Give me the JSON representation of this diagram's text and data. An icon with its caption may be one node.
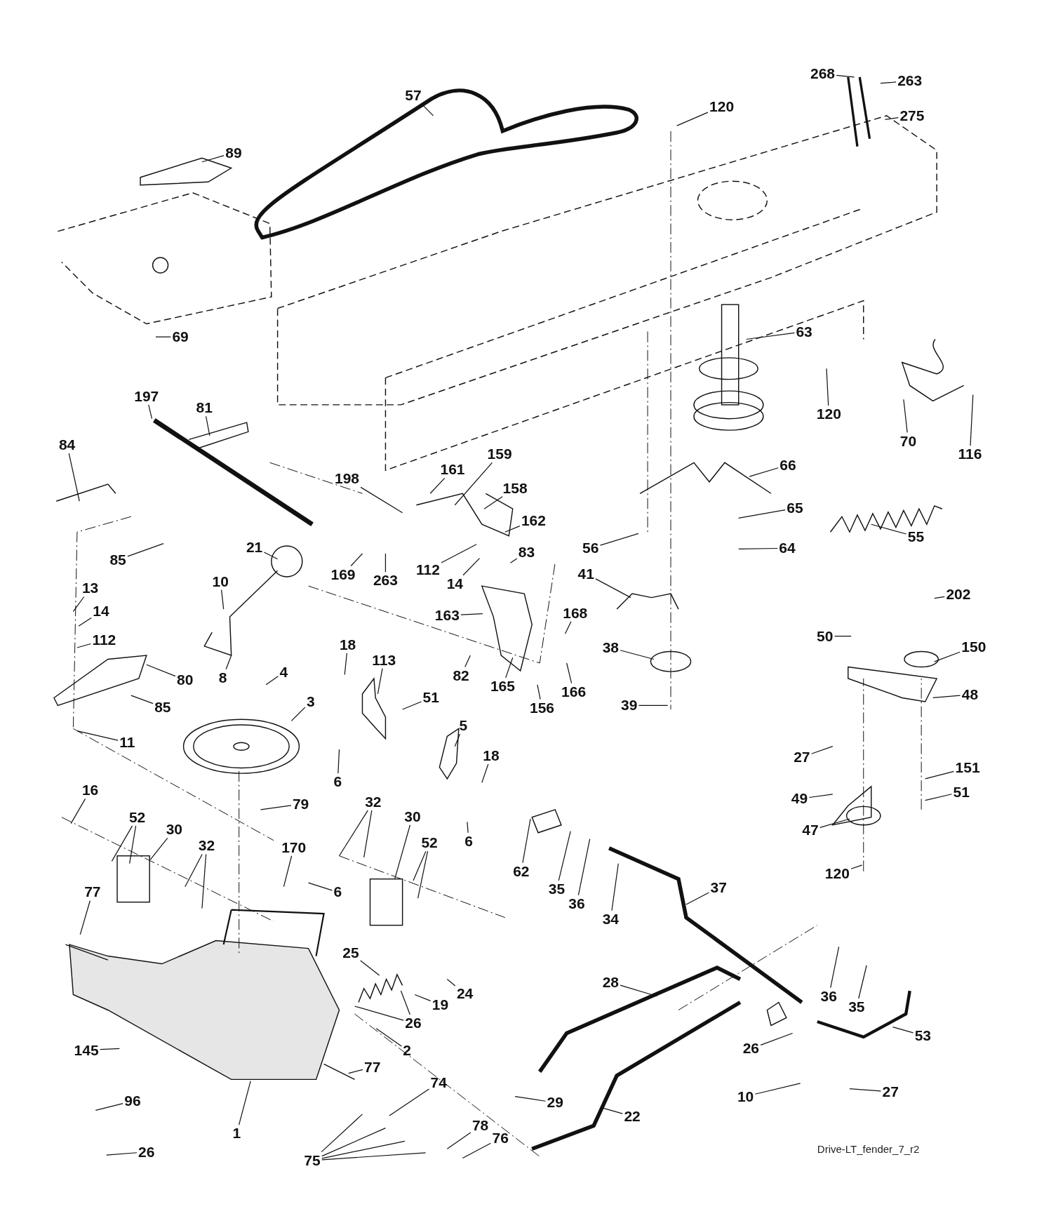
{
  "diagram": {
    "nodes": [
      {
        "text": [
          "57"
        ]
      },
      {
        "text": [
          "89"
        ]
      },
      {
        "text": [
          "120"
        ]
      },
      {
        "text": [
          "268"
        ]
      },
      {
        "text": [
          "263"
        ]
      },
      {
        "text": [
          "275"
        ]
      },
      {
        "text": [
          "69"
        ]
      },
      {
        "text": [
          "63"
        ]
      },
      {
        "text": [
          "120"
        ]
      },
      {
        "text": [
          "70"
        ]
      },
      {
        "text": [
          "116"
        ]
      },
      {
        "text": [
          "197"
        ]
      },
      {
        "text": [
          "81"
        ]
      },
      {
        "text": [
          "84"
        ]
      },
      {
        "text": [
          "159"
        ]
      },
      {
        "text": [
          "161"
        ]
      },
      {
        "text": [
          "158"
        ]
      },
      {
        "text": [
          "198"
        ]
      },
      {
        "text": [
          "66"
        ]
      },
      {
        "text": [
          "21"
        ]
      },
      {
        "text": [
          "85"
        ]
      },
      {
        "text": [
          "162"
        ]
      },
      {
        "text": [
          "169"
        ]
      },
      {
        "text": [
          "263"
        ]
      },
      {
        "text": [
          "112"
        ]
      },
      {
        "text": [
          "14"
        ]
      },
      {
        "text": [
          "83"
        ]
      },
      {
        "text": [
          "65"
        ]
      },
      {
        "text": [
          "56"
        ]
      },
      {
        "text": [
          "64"
        ]
      },
      {
        "text": [
          "55"
        ]
      },
      {
        "text": [
          "10"
        ]
      },
      {
        "text": [
          "163"
        ]
      },
      {
        "text": [
          "168"
        ]
      },
      {
        "text": [
          "41"
        ]
      },
      {
        "text": [
          "202"
        ]
      },
      {
        "text": [
          "13"
        ]
      },
      {
        "text": [
          "14"
        ]
      },
      {
        "text": [
          "112"
        ]
      },
      {
        "text": [
          "80"
        ]
      },
      {
        "text": [
          "8"
        ]
      },
      {
        "text": [
          "4"
        ]
      },
      {
        "text": [
          "18"
        ]
      },
      {
        "text": [
          "113"
        ]
      },
      {
        "text": [
          "82"
        ]
      },
      {
        "text": [
          "165"
        ]
      },
      {
        "text": [
          "38"
        ]
      },
      {
        "text": [
          "50"
        ]
      },
      {
        "text": [
          "150"
        ]
      },
      {
        "text": [
          "166"
        ]
      },
      {
        "text": [
          "156"
        ]
      },
      {
        "text": [
          "85"
        ]
      },
      {
        "text": [
          "3"
        ]
      },
      {
        "text": [
          "51"
        ]
      },
      {
        "text": [
          "5"
        ]
      },
      {
        "text": [
          "39"
        ]
      },
      {
        "text": [
          "48"
        ]
      },
      {
        "text": [
          "11"
        ]
      },
      {
        "text": [
          "6"
        ]
      },
      {
        "text": [
          "18"
        ]
      },
      {
        "text": [
          "27"
        ]
      },
      {
        "text": [
          "49"
        ]
      },
      {
        "text": [
          "151"
        ]
      },
      {
        "text": [
          "51"
        ]
      },
      {
        "text": [
          "16"
        ]
      },
      {
        "text": [
          "79"
        ]
      },
      {
        "text": [
          "32"
        ]
      },
      {
        "text": [
          "52"
        ]
      },
      {
        "text": [
          "30"
        ]
      },
      {
        "text": [
          "32"
        ]
      },
      {
        "text": [
          "47"
        ]
      },
      {
        "text": [
          "120"
        ]
      },
      {
        "text": [
          "62"
        ]
      },
      {
        "text": [
          "35"
        ]
      },
      {
        "text": [
          "36"
        ]
      },
      {
        "text": [
          "30"
        ]
      },
      {
        "text": [
          "52"
        ]
      },
      {
        "text": [
          "6"
        ]
      },
      {
        "text": [
          "170"
        ]
      },
      {
        "text": [
          "6"
        ]
      },
      {
        "text": [
          "34"
        ]
      },
      {
        "text": [
          "37"
        ]
      },
      {
        "text": [
          "77"
        ]
      },
      {
        "text": [
          "25"
        ]
      },
      {
        "text": [
          "24"
        ]
      },
      {
        "text": [
          "19"
        ]
      },
      {
        "text": [
          "26"
        ]
      },
      {
        "text": [
          "36"
        ]
      },
      {
        "text": [
          "35"
        ]
      },
      {
        "text": [
          "28"
        ]
      },
      {
        "text": [
          "145"
        ]
      },
      {
        "text": [
          "2"
        ]
      },
      {
        "text": [
          "53"
        ]
      },
      {
        "text": [
          "26"
        ]
      },
      {
        "text": [
          "77"
        ]
      },
      {
        "text": [
          "74"
        ]
      },
      {
        "text": [
          "96"
        ]
      },
      {
        "text": [
          "29"
        ]
      },
      {
        "text": [
          "10"
        ]
      },
      {
        "text": [
          "27"
        ]
      },
      {
        "text": [
          "1"
        ]
      },
      {
        "text": [
          "22"
        ]
      },
      {
        "text": [
          "78"
        ]
      },
      {
        "text": [
          "76"
        ]
      },
      {
        "text": [
          "26"
        ]
      },
      {
        "text": [
          "75"
        ]
      }
    ],
    "edges": [
      {
        "from": 0,
        "to": null,
        "arrow": "none"
      },
      {
        "from": 1,
        "to": null,
        "arrow": "none"
      },
      {
        "from": 2,
        "to": null,
        "arrow": "none"
      },
      {
        "from": 3,
        "to": null,
        "arrow": "none"
      },
      {
        "from": 4,
        "to": null,
        "arrow": "none"
      },
      {
        "from": 5,
        "to": null,
        "arrow": "none"
      },
      {
        "from": 6,
        "to": null,
        "arrow": "none"
      },
      {
        "from": 7,
        "to": null,
        "arrow": "none"
      },
      {
        "from": 8,
        "to": null,
        "arrow": "none"
      },
      {
        "from": 9,
        "to": null,
        "arrow": "none"
      },
      {
        "from": 10,
        "to": null,
        "arrow": "none"
      },
      {
        "from": 11,
        "to": null,
        "arrow": "none"
      },
      {
        "from": 12,
        "to": null,
        "arrow": "none"
      },
      {
        "from": 13,
        "to": null,
        "arrow": "none"
      },
      {
        "from": 14,
        "to": null,
        "arrow": "none"
      },
      {
        "from": 15,
        "to": null,
        "arrow": "none"
      },
      {
        "from": 16,
        "to": null,
        "arrow": "none"
      },
      {
        "from": 17,
        "to": null,
        "arrow": "none"
      },
      {
        "from": 18,
        "to": null,
        "arrow": "none"
      },
      {
        "from": 19,
        "to": null,
        "arrow": "none"
      },
      {
        "from": 20,
        "to": null,
        "arrow": "none"
      },
      {
        "from": 21,
        "to": null,
        "arrow": "none"
      },
      {
        "from": 22,
        "to": null,
        "arrow": "none"
      },
      {
        "from": 23,
        "to": null,
        "arrow": "none"
      },
      {
        "from": 24,
        "to": null,
        "arrow": "none"
      },
      {
        "from": 25,
        "to": null,
        "arrow": "none"
      },
      {
        "from": 26,
        "to": null,
        "arrow": "none"
      },
      {
        "from": 27,
        "to": null,
        "arrow": "none"
      },
      {
        "from": 28,
        "to": null,
        "arrow": "none"
      },
      {
        "from": 29,
        "to": null,
        "arrow": "none"
      },
      {
        "from": 30,
        "to": null,
        "arrow": "none"
      },
      {
        "from": 31,
        "to": null,
        "arrow": "none"
      },
      {
        "from": 32,
        "to": null,
        "arrow": "none"
      },
      {
        "from": 33,
        "to": null,
        "arrow": "none"
      },
      {
        "from": 34,
        "to": null,
        "arrow": "none"
      },
      {
        "from": 35,
        "to": null,
        "arrow": "none"
      },
      {
        "from": 36,
        "to": null,
        "arrow": "none"
      },
      {
        "from": 37,
        "to": null,
        "arrow": "none"
      },
      {
        "from": 38,
        "to": null,
        "arrow": "none"
      },
      {
        "from": 39,
        "to": null,
        "arrow": "none"
      },
      {
        "from": 40,
        "to": null,
        "arrow": "none"
      },
      {
        "from": 41,
        "to": null,
        "arrow": "none"
      },
      {
        "from": 42,
        "to": null,
        "arrow": "none"
      },
      {
        "from": 43,
        "to": null,
        "arrow": "none"
      },
      {
        "from": 44,
        "to": null,
        "arrow": "none"
      },
      {
        "from": 45,
        "to": null,
        "arrow": "none"
      },
      {
        "from": 46,
        "to": null,
        "arrow": "none"
      },
      {
        "from": 47,
        "to": null,
        "arrow": "none"
      },
      {
        "from": 48,
        "to": null,
        "arrow": "none"
      },
      {
        "from": 49,
        "to": null,
        "arrow": "none"
      },
      {
        "from": 50,
        "to": null,
        "arrow": "none"
      },
      {
        "from": 51,
        "to": null,
        "arrow": "none"
      },
      {
        "from": 52,
        "to": null,
        "arrow": "none"
      },
      {
        "from": 53,
        "to": null,
        "arrow": "none"
      },
      {
        "from": 54,
        "to": null,
        "arrow": "none"
      },
      {
        "from": 55,
        "to": null,
        "arrow": "none"
      },
      {
        "from": 56,
        "to": null,
        "arrow": "none"
      },
      {
        "from": 57,
        "to": null,
        "arrow": "none"
      },
      {
        "from": 58,
        "to": null,
        "arrow": "none"
      },
      {
        "from": 59,
        "to": null,
        "arrow": "none"
      },
      {
        "from": 60,
        "to": null,
        "arrow": "none"
      },
      {
        "from": 61,
        "to": null,
        "arrow": "none"
      },
      {
        "from": 62,
        "to": null,
        "arrow": "none"
      },
      {
        "from": 63,
        "to": null,
        "arrow": "none"
      },
      {
        "from": 64,
        "to": null,
        "arrow": "none"
      },
      {
        "from": 65,
        "to": null,
        "arrow": "none"
      },
      {
        "from": 66,
        "to": null,
        "arrow": "none"
      },
      {
        "from": 66,
        "to": null,
        "arrow": "none"
      },
      {
        "from": 67,
        "to": null,
        "arrow": "none"
      },
      {
        "from": 67,
        "to": null,
        "arrow": "none"
      },
      {
        "from": 68,
        "to": null,
        "arrow": "none"
      },
      {
        "from": 69,
        "to": null,
        "arrow": "none"
      },
      {
        "from": 69,
        "to": null,
        "arrow": "none"
      },
      {
        "from": 70,
        "to": null,
        "arrow": "none"
      },
      {
        "from": 71,
        "to": null,
        "arrow": "none"
      },
      {
        "from": 72,
        "to": null,
        "arrow": "none"
      },
      {
        "from": 73,
        "to": null,
        "arrow": "none"
      },
      {
        "from": 74,
        "to": null,
        "arrow": "none"
      },
      {
        "from": 75,
        "to": null,
        "arrow": "none"
      },
      {
        "from": 76,
        "to": null,
        "arrow": "none"
      },
      {
        "from": 76,
        "to": null,
        "arrow": "none"
      },
      {
        "from": 77,
        "to": null,
        "arrow": "none"
      },
      {
        "from": 78,
        "to": null,
        "arrow": "none"
      },
      {
        "from": 79,
        "to": null,
        "arrow": "none"
      },
      {
        "from": 80,
        "to": null,
        "arrow": "none"
      },
      {
        "from": 81,
        "to": null,
        "arrow": "none"
      },
      {
        "from": 82,
        "to": null,
        "arrow": "none"
      },
      {
        "from": 83,
        "to": null,
        "arrow": "none"
      },
      {
        "from": 84,
        "to": null,
        "arrow": "none"
      },
      {
        "from": 85,
        "to": null,
        "arrow": "none"
      },
      {
        "from": 86,
        "to": null,
        "arrow": "none"
      },
      {
        "from": 86,
        "to": null,
        "arrow": "none"
      },
      {
        "from": 87,
        "to": null,
        "arrow": "none"
      },
      {
        "from": 88,
        "to": null,
        "arrow": "none"
      },
      {
        "from": 89,
        "to": null,
        "arrow": "none"
      },
      {
        "from": 90,
        "to": null,
        "arrow": "none"
      },
      {
        "from": 91,
        "to": null,
        "arrow": "none"
      },
      {
        "from": 92,
        "to": null,
        "arrow": "none"
      },
      {
        "from": 93,
        "to": null,
        "arrow": "none"
      },
      {
        "from": 94,
        "to": null,
        "arrow": "none"
      },
      {
        "from": 95,
        "to": null,
        "arrow": "none"
      },
      {
        "from": 96,
        "to": null,
        "arrow": "none"
      },
      {
        "from": 97,
        "to": null,
        "arrow": "none"
      },
      {
        "from": 98,
        "to": null,
        "arrow": "none"
      },
      {
        "from": 99,
        "to": null,
        "arrow": "none"
      },
      {
        "from": 100,
        "to": null,
        "arrow": "none"
      },
      {
        "from": 101,
        "to": null,
        "arrow": "none"
      },
      {
        "from": 102,
        "to": null,
        "arrow": "none"
      },
      {
        "from": 103,
        "to": null,
        "arrow": "none"
      },
      {
        "from": 104,
        "to": null,
        "arrow": "none"
      },
      {
        "from": 105,
        "to": null,
        "arrow": "none"
      },
      {
        "from": 105,
        "to": null,
        "arrow": "none"
      },
      {
        "from": 105,
        "to": null,
        "arrow": "none"
      },
      {
        "from": 105,
        "to": null,
        "arrow": "none"
      }
    ],
    "labels": [
      "Drive-LT_fender_7_r2"
    ]
  }
}
